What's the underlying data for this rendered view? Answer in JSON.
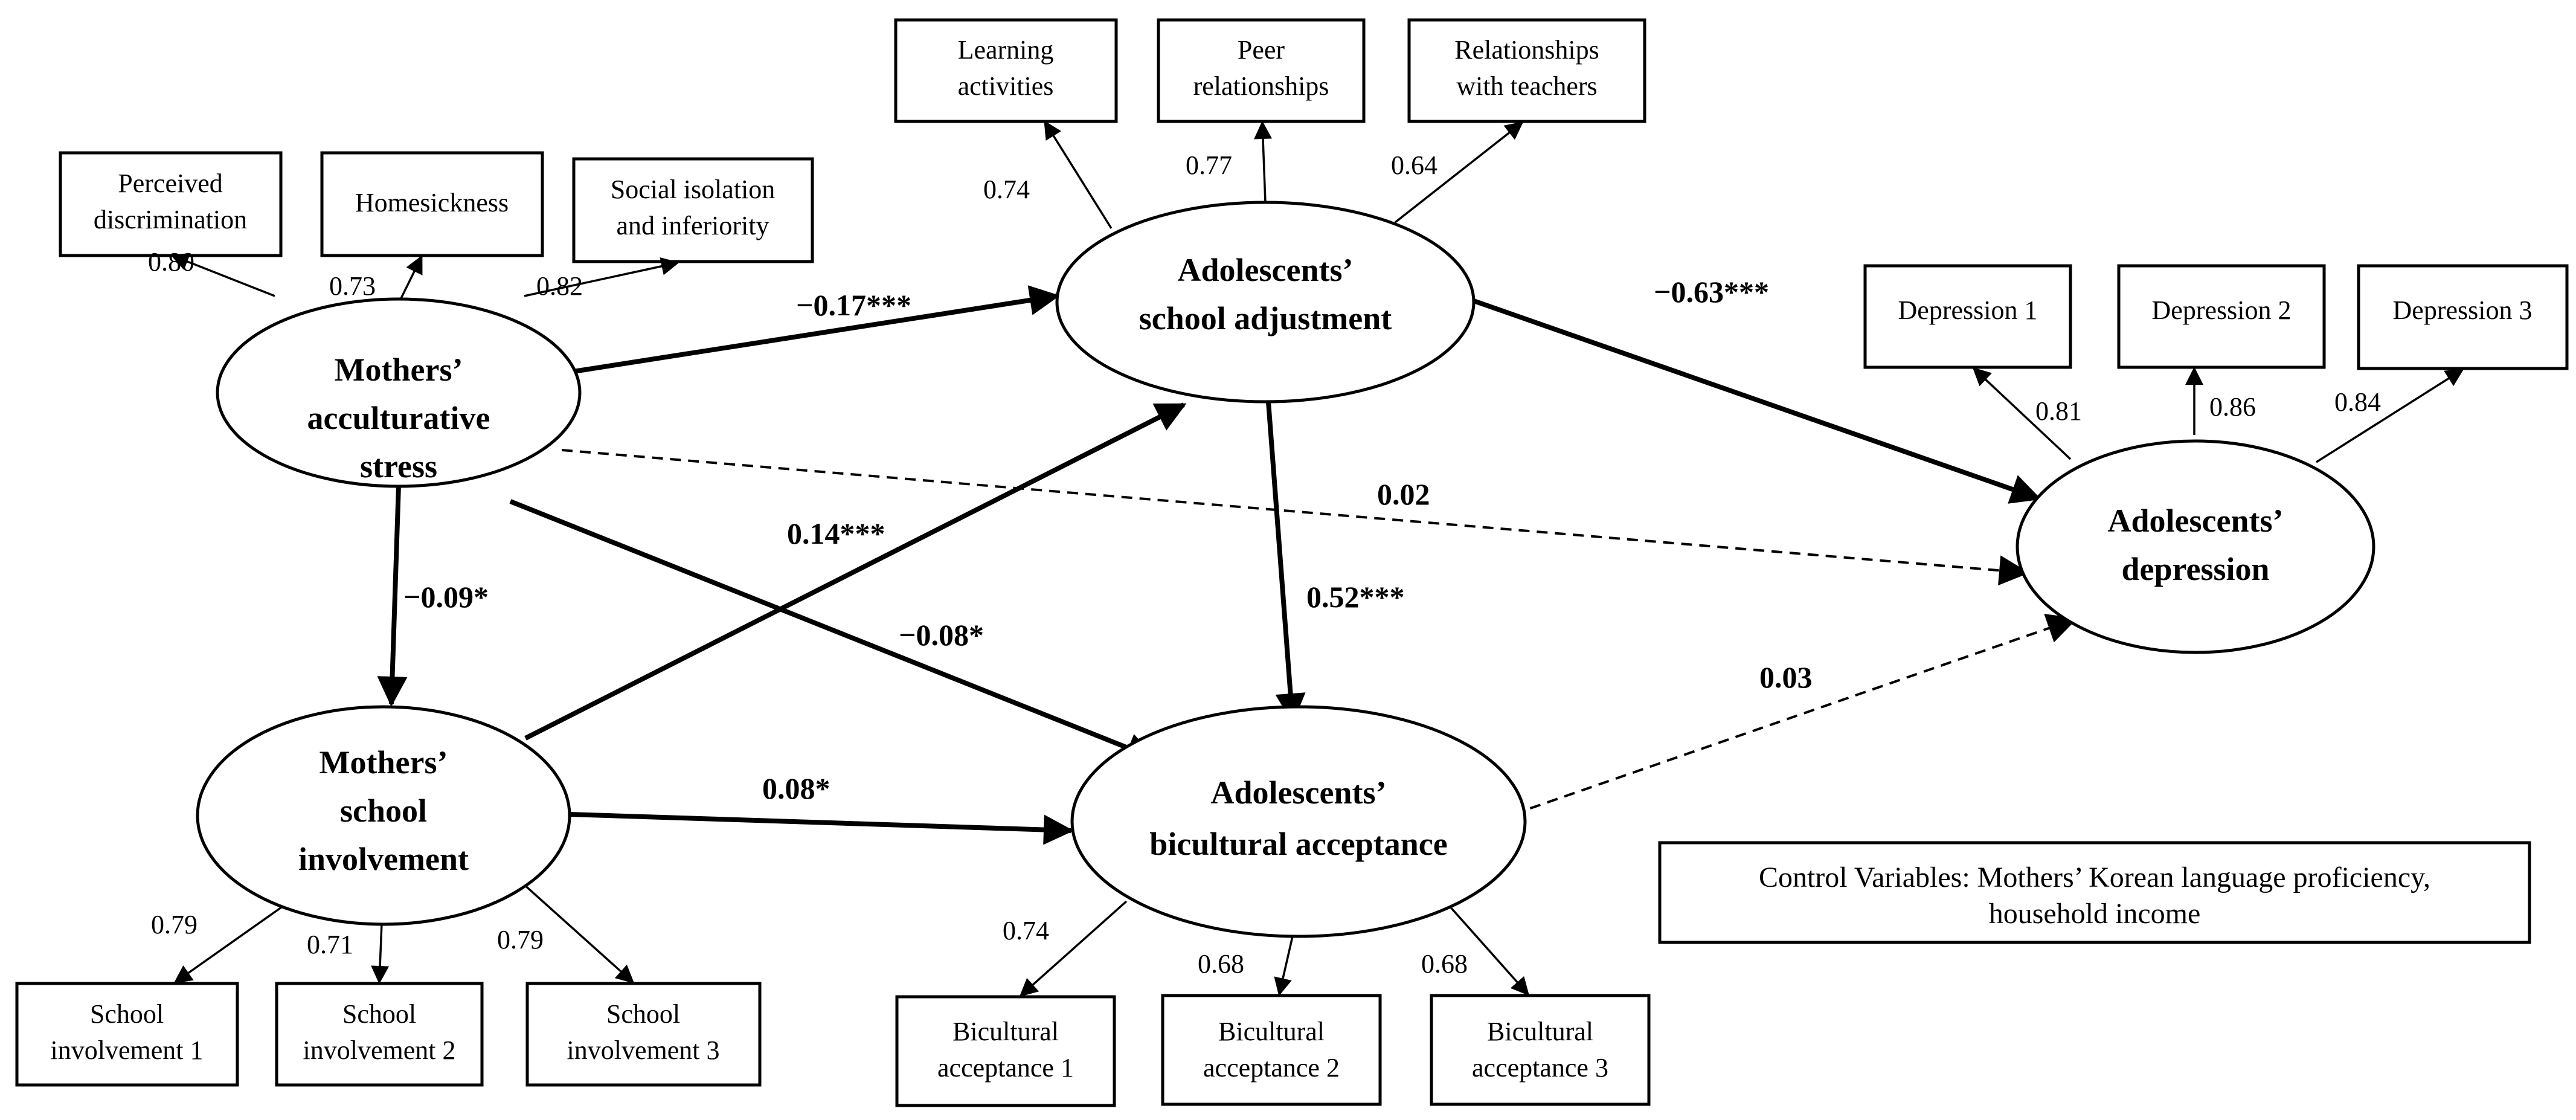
{
  "latents": {
    "stress": [
      "Mothers’",
      "acculturative",
      "stress"
    ],
    "adjust": [
      "Adolescents’",
      "school adjustment"
    ],
    "involve": [
      "Mothers’",
      "school",
      "involvement"
    ],
    "bicult": [
      "Adolescents’",
      "bicultural acceptance"
    ],
    "depress": [
      "Adolescents’",
      "depression"
    ]
  },
  "indicators": {
    "stress": [
      {
        "label": [
          "Perceived",
          "discrimination"
        ],
        "loading": "0.80"
      },
      {
        "label": [
          "Homesickness"
        ],
        "loading": "0.73"
      },
      {
        "label": [
          "Social isolation",
          "and inferiority"
        ],
        "loading": "0.82"
      }
    ],
    "adjust": [
      {
        "label": [
          "Learning",
          "activities"
        ],
        "loading": "0.74"
      },
      {
        "label": [
          "Peer",
          "relationships"
        ],
        "loading": "0.77"
      },
      {
        "label": [
          "Relationships",
          "with teachers"
        ],
        "loading": "0.64"
      }
    ],
    "depress": [
      {
        "label": [
          "Depression 1"
        ],
        "loading": "0.81"
      },
      {
        "label": [
          "Depression 2"
        ],
        "loading": "0.86"
      },
      {
        "label": [
          "Depression 3"
        ],
        "loading": "0.84"
      }
    ],
    "involve": [
      {
        "label": [
          "School",
          "involvement 1"
        ],
        "loading": "0.79"
      },
      {
        "label": [
          "School",
          "involvement 2"
        ],
        "loading": "0.71"
      },
      {
        "label": [
          "School",
          "involvement 3"
        ],
        "loading": "0.79"
      }
    ],
    "bicult": [
      {
        "label": [
          "Bicultural",
          "acceptance 1"
        ],
        "loading": "0.74"
      },
      {
        "label": [
          "Bicultural",
          "acceptance 2"
        ],
        "loading": "0.68"
      },
      {
        "label": [
          "Bicultural",
          "acceptance 3"
        ],
        "loading": "0.68"
      }
    ]
  },
  "paths": {
    "stress_adjust": {
      "coef": "−0.17***",
      "significant": true
    },
    "adjust_depress": {
      "coef": "−0.63***",
      "significant": true
    },
    "stress_depress": {
      "coef": "0.02",
      "significant": false
    },
    "stress_involve": {
      "coef": "−0.09*",
      "significant": true
    },
    "involve_adjust": {
      "coef": "0.14***",
      "significant": true
    },
    "stress_bicult": {
      "coef": "−0.08*",
      "significant": true
    },
    "adjust_bicult": {
      "coef": "0.52***",
      "significant": true
    },
    "involve_bicult": {
      "coef": "0.08*",
      "significant": true
    },
    "bicult_depress": {
      "coef": "0.03",
      "significant": false
    }
  },
  "note": [
    "Control Variables: Mothers’ Korean language proficiency,",
    "household income"
  ]
}
